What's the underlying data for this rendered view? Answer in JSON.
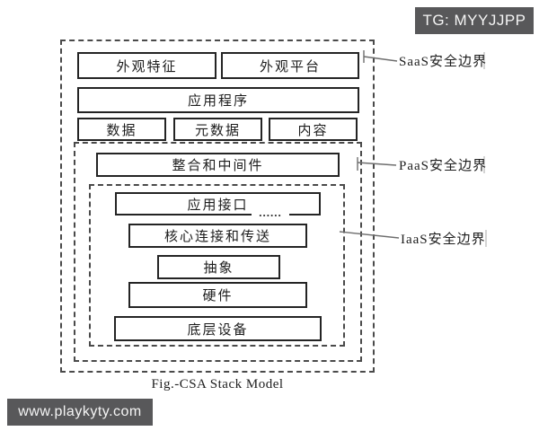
{
  "badge": {
    "text": "TG: MYYJJPP"
  },
  "watermark": {
    "text": "www.playkyty.com"
  },
  "figure": {
    "caption": "Fig.-CSA Stack Model",
    "stack": {
      "presentation_modality": "外观特征",
      "presentation_platform": "外观平台",
      "application": "应用程序",
      "data": "数据",
      "metadata": "元数据",
      "content": "内容",
      "integration_middleware": "整合和中间件",
      "api": "应用接口",
      "core_connectivity": "核心连接和传送",
      "abstraction": "抽象",
      "hardware": "硬件",
      "facilities": "底层设备"
    },
    "boundaries": {
      "saas": "SaaS安全边界",
      "paas": "PaaS安全边界",
      "iaas": "IaaS安全边界"
    },
    "scan_artifact_dots": "......"
  },
  "colors": {
    "badge_bg": "#58585a",
    "box_border": "#242424",
    "dashed_border": "#4a4a4a",
    "leader_line": "#6e6e6e",
    "background": "#ffffff",
    "text": "#1d1d1d"
  }
}
